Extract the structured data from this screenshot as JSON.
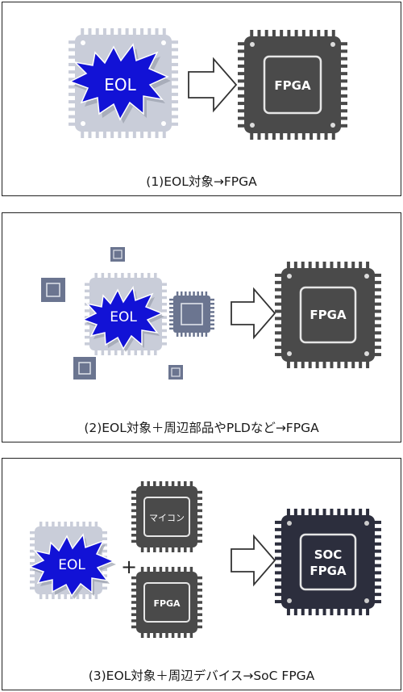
{
  "panels": [
    {
      "caption": "(1)EOL対象→FPGA",
      "eol_label": "EOL",
      "target_label": "FPGA"
    },
    {
      "caption": "(2)EOL対象＋周辺部品やPLDなど→FPGA",
      "eol_label": "EOL",
      "target_label": "FPGA"
    },
    {
      "caption": "(3)EOL対象＋周辺デバイス→SoC FPGA",
      "eol_label": "EOL",
      "mcu_label": "マイコン",
      "plus_sign": "+",
      "fpga_label": "FPGA",
      "target_line1": "SOC",
      "target_line2": "FPGA"
    }
  ],
  "colors": {
    "eol_starburst": "#1212d6",
    "old_chip": "#c9cdd9",
    "dark_chip": "#4a4a4a",
    "small_chip": "#6b7590",
    "soc_chip": "#2c2e3d"
  }
}
